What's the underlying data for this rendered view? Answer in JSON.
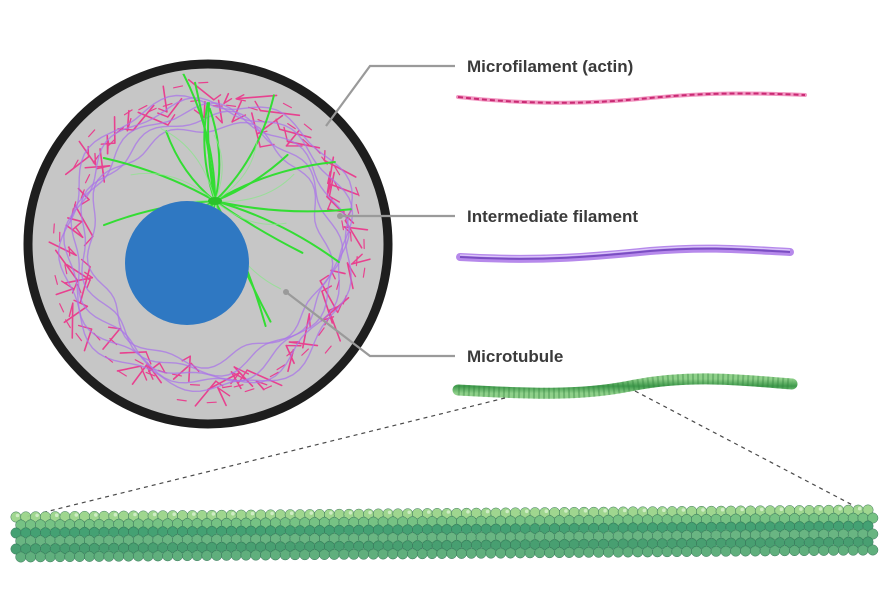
{
  "labels": {
    "microfilament": "Microfilament (actin)",
    "intermediate": "Intermediate filament",
    "microtubule": "Microtubule"
  },
  "colors": {
    "cell_border": "#1e1e1e",
    "cytoplasm": "#c6c6c6",
    "nucleus": "#2f78c2",
    "actin": "#e8418f",
    "intermediate_filament": "#a974e8",
    "microtubule": "#33dd33",
    "leader_line": "#9a9a9a",
    "tubulin_light": "#9ad48a",
    "tubulin_dark": "#3a9c6c"
  }
}
